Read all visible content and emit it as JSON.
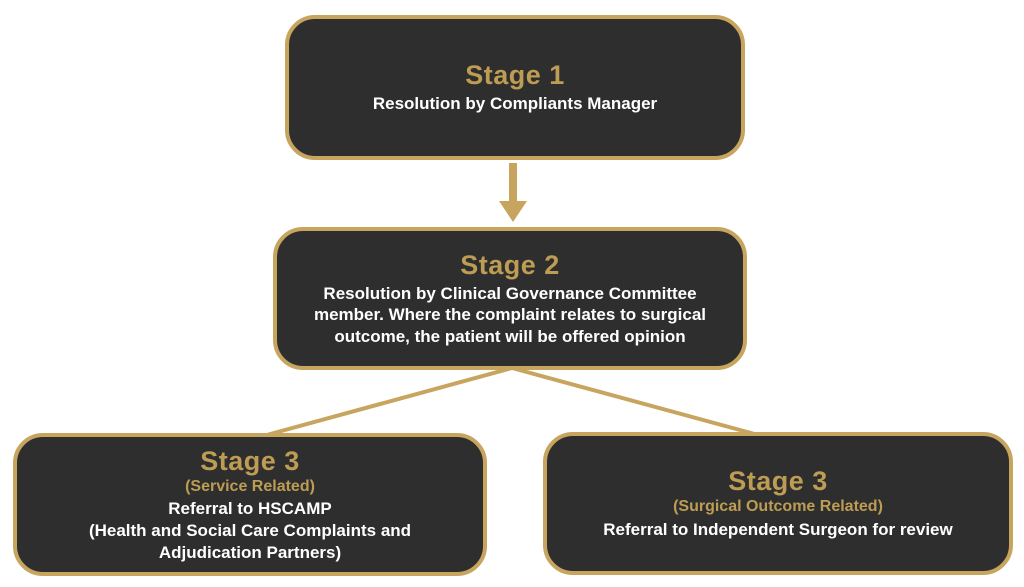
{
  "colors": {
    "gold": "#C7A55E",
    "gold_text": "#BD9C53",
    "box_bg": "#2E2E2F",
    "body_text": "#FFFFFF",
    "page_bg": "#FFFFFF"
  },
  "diagram": {
    "type": "flowchart",
    "nodes": {
      "stage1": {
        "title": "Stage 1",
        "body": "Resolution by Compliants Manager"
      },
      "stage2": {
        "title": "Stage 2",
        "body": "Resolution by Clinical Governance Committee member. Where the complaint relates to surgical outcome, the patient will be offered opinion"
      },
      "stage3_service": {
        "title": "Stage 3",
        "subtitle": "(Service Related)",
        "body1": "Referral to HSCAMP",
        "body2": "(Health and Social Care Complaints and Adjudication Partners)"
      },
      "stage3_surgical": {
        "title": "Stage 3",
        "subtitle": "(Surgical Outcome Related)",
        "body": "Referral to Independent Surgeon for review"
      }
    },
    "edges": [
      {
        "from": "stage1",
        "to": "stage2",
        "style": "arrow-down"
      },
      {
        "from": "stage2",
        "to": "stage3_service",
        "style": "line"
      },
      {
        "from": "stage2",
        "to": "stage3_surgical",
        "style": "line"
      }
    ]
  }
}
